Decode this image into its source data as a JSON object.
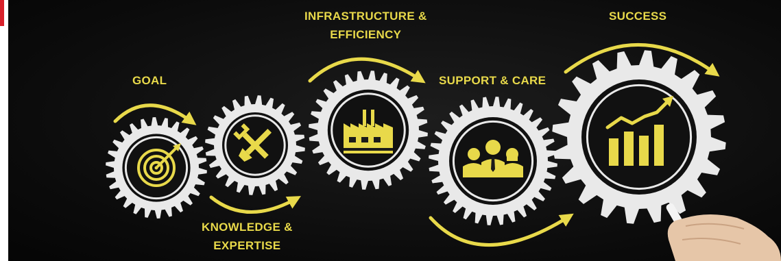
{
  "scene": {
    "stages": [
      {
        "lines": [
          "GOAL"
        ],
        "icon": "target-icon"
      },
      {
        "lines": [
          "KNOWLEDGE &",
          "EXPERTISE"
        ],
        "icon": "tools-icon"
      },
      {
        "lines": [
          "INFRASTRUCTURE &",
          "EFFICIENCY"
        ],
        "icon": "factory-icon"
      },
      {
        "lines": [
          "SUPPORT & CARE"
        ],
        "icon": "team-icon"
      },
      {
        "lines": [
          "SUCCESS"
        ],
        "icon": "growth-chart-icon"
      }
    ],
    "colors": {
      "chalkboard": "#0b0b0b",
      "accent_yellow": "#e8d94a",
      "gear_white": "#e9e9e9",
      "side_strip_red": "#d8202a"
    }
  }
}
